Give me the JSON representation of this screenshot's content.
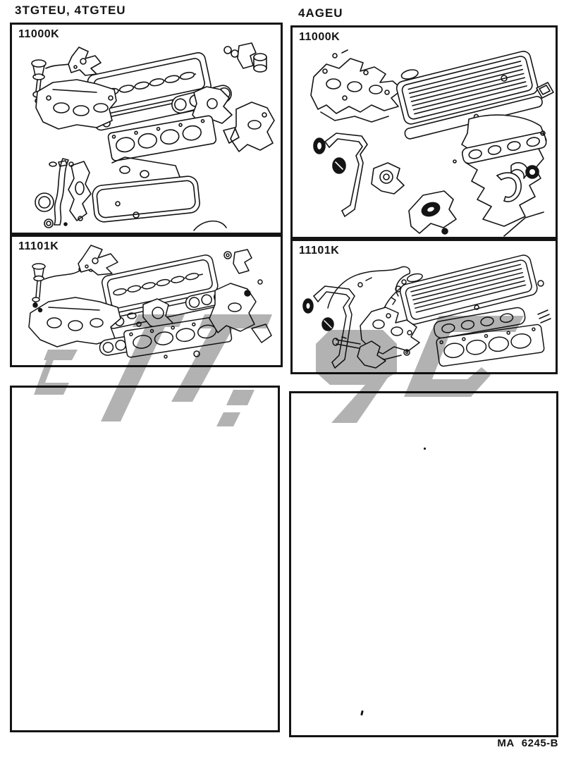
{
  "page": {
    "background": "#ffffff",
    "ink": "#141414"
  },
  "headers": {
    "left": "3TGTEU, 4TGTEU",
    "right": "4AGEU"
  },
  "panels": {
    "top_left": {
      "label": "11000K",
      "group": "3TGTEU, 4TGTEU"
    },
    "top_right": {
      "label": "11000K",
      "group": "4AGEU"
    },
    "mid_left": {
      "label": "11101K",
      "group": "3TGTEU, 4TGTEU"
    },
    "mid_right": {
      "label": "11101K",
      "group": "4AGEU"
    },
    "bottom_left": {
      "label": ""
    },
    "bottom_right": {
      "label": ""
    }
  },
  "footer": {
    "code": "MA 6245-B"
  },
  "watermark": {
    "color": "#b2b2b2"
  }
}
